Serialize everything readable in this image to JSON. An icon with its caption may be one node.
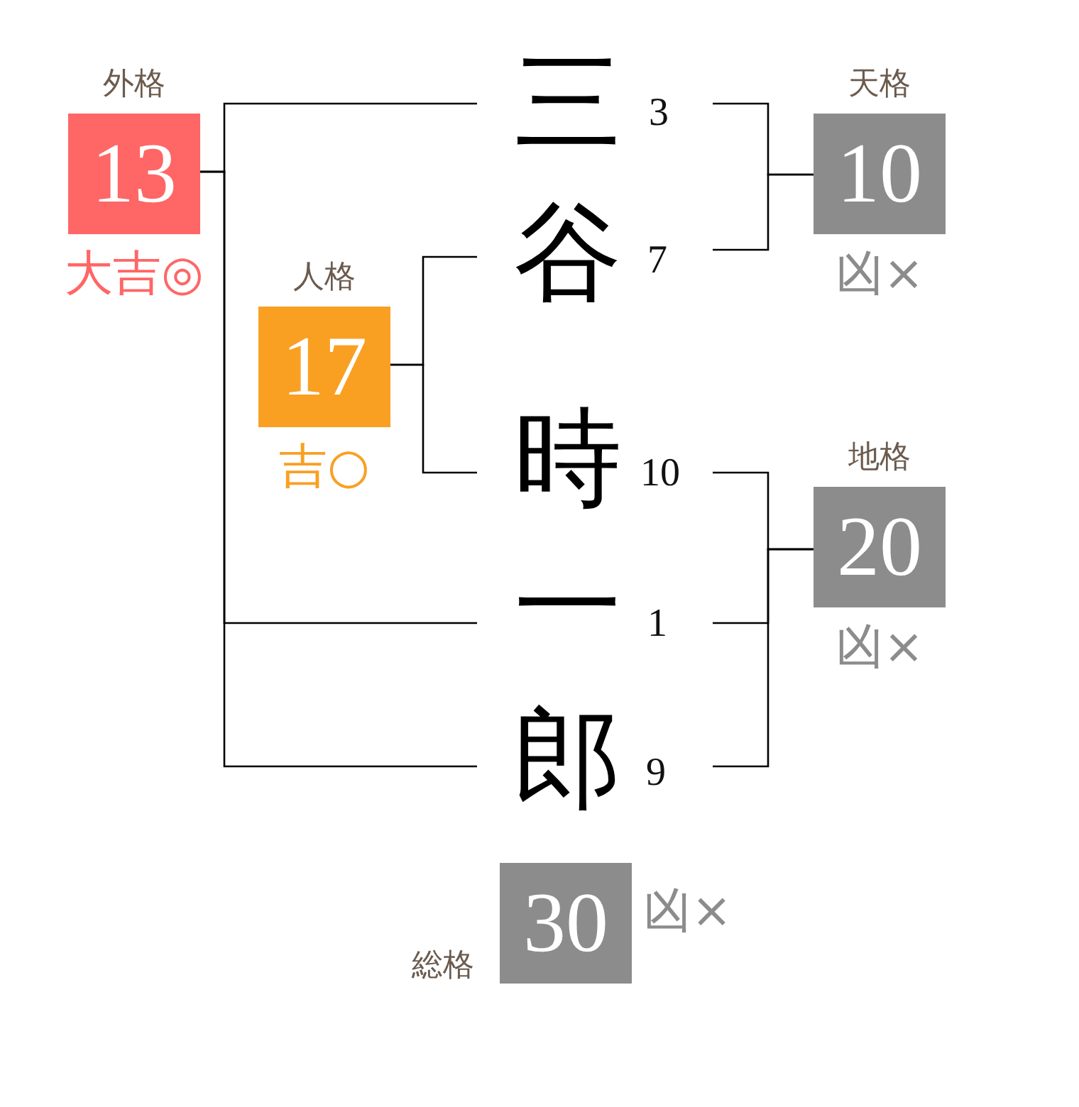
{
  "diagram": {
    "nodes": [
      {
        "text": [
          "外格",
          "13"
        ],
        "beside": [
          "大吉◎"
        ]
      },
      {
        "text": [
          "三"
        ],
        "beside": [
          "3"
        ]
      },
      {
        "text": [
          "天格",
          "10"
        ],
        "beside": [
          "凶×"
        ]
      },
      {
        "text": [
          "谷"
        ],
        "beside": [
          "7"
        ]
      },
      {
        "text": [
          "人格",
          "17"
        ],
        "beside": [
          "吉○"
        ]
      },
      {
        "text": [
          "時"
        ],
        "beside": [
          "10"
        ]
      },
      {
        "text": [
          "地格",
          "20"
        ],
        "beside": [
          "凶×"
        ]
      },
      {
        "text": [
          "一"
        ],
        "beside": [
          "1"
        ]
      },
      {
        "text": [
          "郎"
        ],
        "beside": [
          "9"
        ]
      },
      {
        "text": [
          "総格",
          "30"
        ],
        "beside": [
          "凶×"
        ]
      }
    ],
    "edges": [
      {
        "from": 1,
        "to": 0,
        "arrow": "none"
      },
      {
        "from": 7,
        "to": 0,
        "arrow": "none"
      },
      {
        "from": 8,
        "to": 0,
        "arrow": "none"
      },
      {
        "from": 1,
        "to": 2,
        "arrow": "none"
      },
      {
        "from": 3,
        "to": 2,
        "arrow": "none"
      },
      {
        "from": 3,
        "to": 4,
        "arrow": "none"
      },
      {
        "from": 5,
        "to": 4,
        "arrow": "none"
      },
      {
        "from": 5,
        "to": 6,
        "arrow": "none"
      },
      {
        "from": 7,
        "to": 6,
        "arrow": "none"
      },
      {
        "from": 8,
        "to": 6,
        "arrow": "none"
      }
    ]
  }
}
